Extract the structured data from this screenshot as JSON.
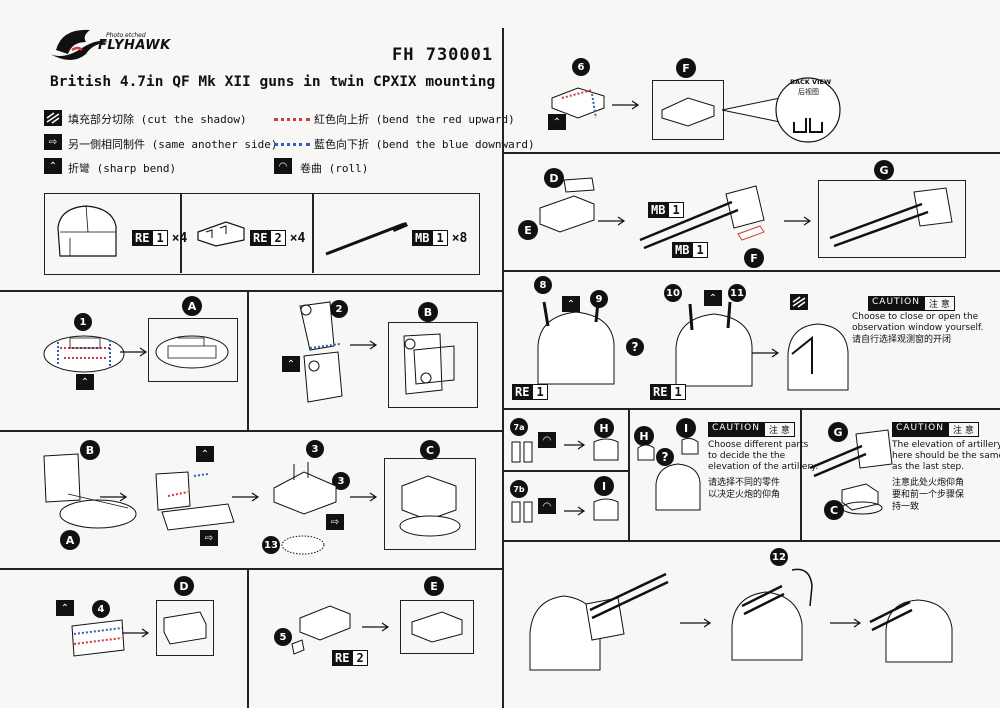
{
  "header": {
    "brand": "FLYHAWK",
    "brand_sub": "Photo etched",
    "code": "FH 730001",
    "title": "British 4.7in QF Mk XII guns in twin CPXIX mounting"
  },
  "legend": {
    "cut": "填充部分切除 (cut the shadow)",
    "same_side": "另一側相同制件 (same another side)",
    "sharp_bend": "折彎 (sharp bend)",
    "red_up": "紅色向上折 (bend the red upward)",
    "blue_down": "藍色向下折 (bend the blue downward)",
    "roll": "卷曲 (roll)"
  },
  "parts": {
    "p1_key": "RE",
    "p1_num": "1",
    "p1_mult": "×4",
    "p2_key": "RE",
    "p2_num": "2",
    "p2_mult": "×4",
    "p3_key": "MB",
    "p3_num": "1",
    "p3_mult": "×8"
  },
  "steps": {
    "s1": "1",
    "s2": "2",
    "s3": "3",
    "s4": "4",
    "s5": "5",
    "s6": "6",
    "s7a": "7a",
    "s7b": "7b",
    "s8": "8",
    "s9": "9",
    "s10": "10",
    "s11": "11",
    "s12": "12",
    "s13": "13"
  },
  "subassembly": {
    "A": "A",
    "B": "B",
    "C": "C",
    "D": "D",
    "E": "E",
    "F": "F",
    "G": "G",
    "H": "H",
    "I": "I",
    "Q": "?"
  },
  "back_view": {
    "en": "BACK VIEW",
    "cn": "后视图"
  },
  "caution1": {
    "label": "CAUTION",
    "cn": "注 意",
    "lines": [
      "Choose to close or open the",
      "observation window yourself.",
      "请自行选择观测窗的开闭"
    ]
  },
  "caution2": {
    "label": "CAUTION",
    "cn": "注 意",
    "lines": [
      "Choose different parts",
      "to decide the the",
      "elevation of the artillery.",
      "请选择不同的零件",
      "以决定火炮的仰角"
    ]
  },
  "caution3": {
    "label": "CAUTION",
    "cn": "注 意",
    "lines": [
      "The elevation of artillery",
      "here should be the same",
      "as the last step.",
      "注意此处火炮仰角",
      "要和前一个步骤保",
      "持一致"
    ]
  },
  "colors": {
    "red": "#d23a3a",
    "blue": "#2f5fbf",
    "ink": "#111111"
  }
}
